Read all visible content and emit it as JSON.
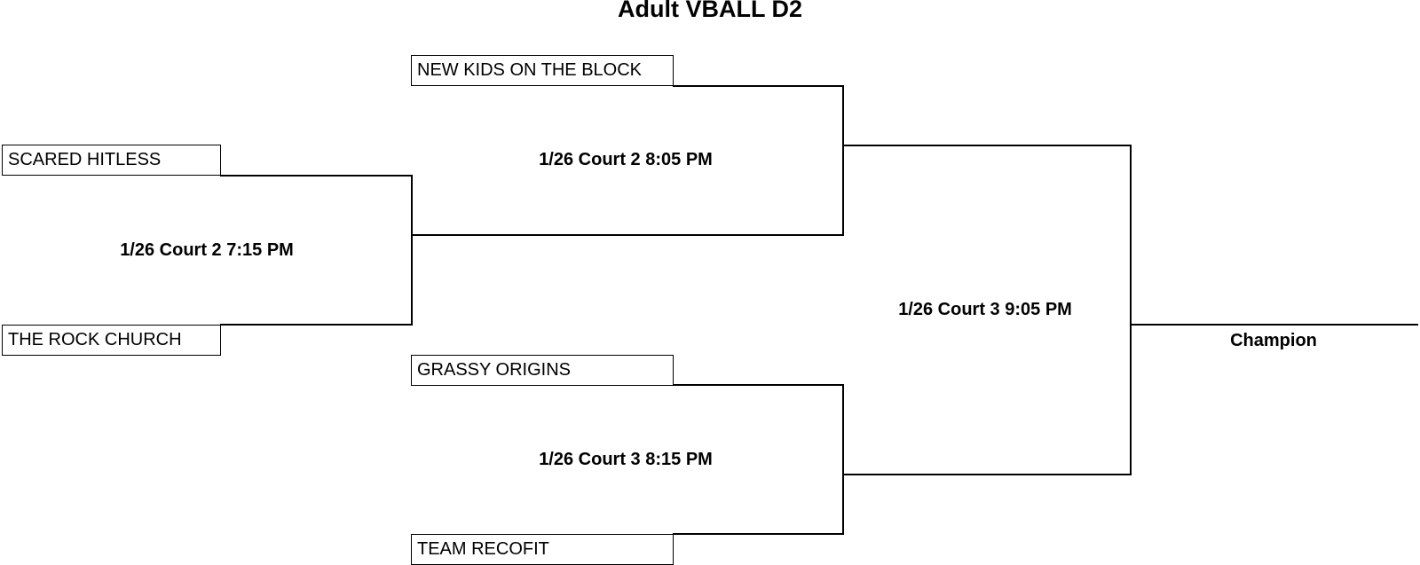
{
  "bracket": {
    "title": "Adult VBALL D2",
    "round1": {
      "teams": [
        "SCARED HITLESS",
        "THE ROCK CHURCH"
      ],
      "match_label": "1/26 Court 2 7:15 PM"
    },
    "round2": {
      "top": {
        "team": "NEW KIDS ON THE BLOCK",
        "match_label": "1/26 Court 2 8:05 PM"
      },
      "bottom": {
        "teams": [
          "GRASSY ORIGINS",
          "TEAM RECOFIT"
        ],
        "match_label": "1/26 Court 3 8:15 PM"
      }
    },
    "final": {
      "match_label": "1/26 Court 3 9:05 PM"
    },
    "champion_label": "Champion"
  }
}
